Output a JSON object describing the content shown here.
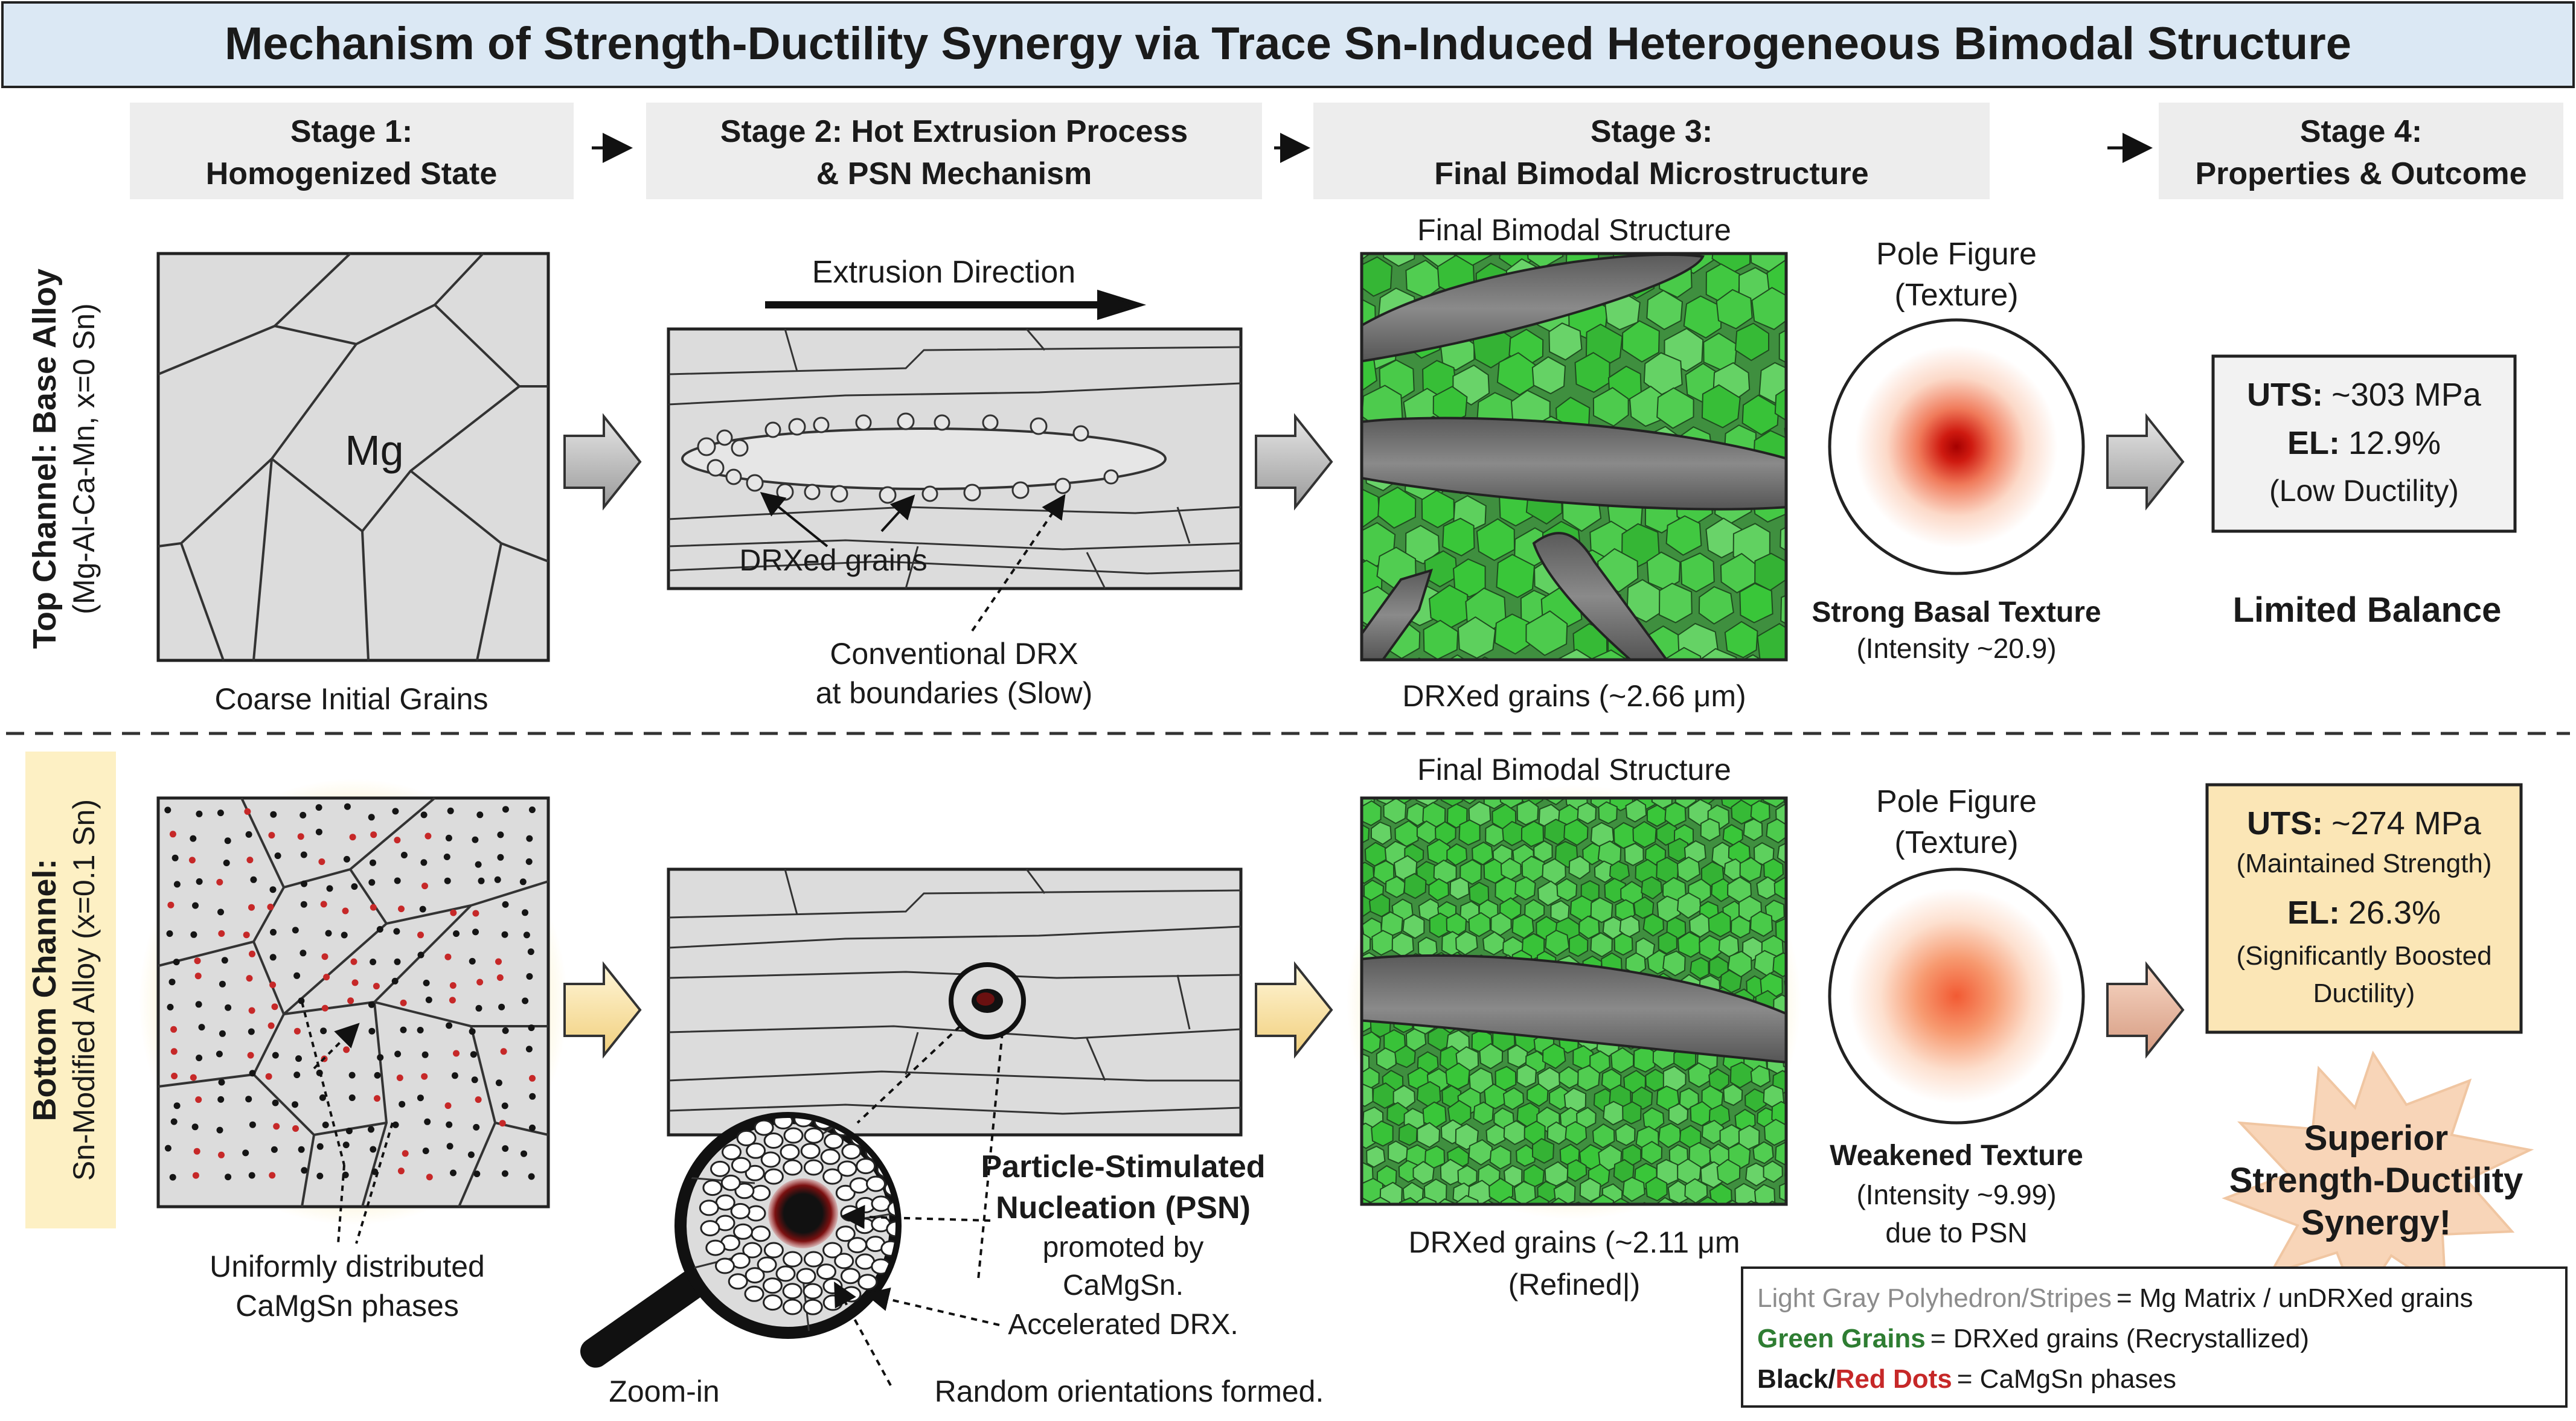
{
  "title": "Mechanism of Strength-Ductility Synergy via Trace Sn-Induced Heterogeneous Bimodal Structure",
  "stages": [
    {
      "line1": "Stage 1:",
      "line2": "Homogenized State"
    },
    {
      "line1": "Stage 2: Hot Extrusion Process",
      "line2": "& PSN Mechanism"
    },
    {
      "line1": "Stage 3:",
      "line2": "Final Bimodal Microstructure"
    },
    {
      "line1": "Stage 4:",
      "line2": "Properties & Outcome"
    }
  ],
  "top": {
    "channel_title": "Top Channel: Base Alloy",
    "channel_sub": "(Mg-Al-Ca-Mn, x=0 Sn)",
    "mg_label": "Mg",
    "stage1_caption": "Coarse Initial Grains",
    "extrusion_label": "Extrusion Direction",
    "drx_label": "DRXed grains",
    "conv_line1": "Conventional DRX",
    "conv_line2": "at boundaries (Slow)",
    "bimodal_title": "Final Bimodal Structure",
    "bimodal_caption": "DRXed grains (~2.66 μm)",
    "pole_line1": "Pole Figure",
    "pole_line2": "(Texture)",
    "texture_title": "Strong Basal Texture",
    "texture_sub": "(Intensity ~20.9)",
    "uts_label": "UTS:",
    "uts_value": "~303 MPa",
    "el_label": "EL:",
    "el_value": "12.9%",
    "ductility_note": "(Low Ductility)",
    "outcome": "Limited Balance"
  },
  "bottom": {
    "channel_title": "Bottom Channel:",
    "channel_sub": "Sn-Modified Alloy (x=0.1 Sn)",
    "dist_line1": "Uniformly distributed",
    "dist_line2": "CaMgSn phases",
    "psn_line1": "Particle-Stimulated",
    "psn_line2": "Nucleation (PSN)",
    "psn_line3": "promoted by",
    "psn_line4": "CaMgSn.",
    "psn_line5": "Accelerated DRX.",
    "random_label": "Random orientations formed.",
    "zoom_label": "Zoom-in",
    "bimodal_title": "Final Bimodal Structure",
    "bimodal_caption1": "DRXed grains (~2.11 μm",
    "bimodal_caption2": "(Refined|)",
    "pole_line1": "Pole Figure",
    "pole_line2": "(Texture)",
    "texture_title": "Weakened Texture",
    "texture_sub1": "(Intensity ~9.99)",
    "texture_sub2": "due to PSN",
    "uts_label": "UTS:",
    "uts_value": "~274 MPa",
    "uts_note": "(Maintained Strength)",
    "el_label": "EL:",
    "el_value": "26.3%",
    "el_note1": "(Significantly Boosted",
    "el_note2": "Ductility)",
    "burst_line1": "Superior",
    "burst_line2": "Strength-Ductility",
    "burst_line3": "Synergy!"
  },
  "legend": [
    {
      "key": "Light Gray Polyhedron/Stripes",
      "value": "= Mg Matrix / unDRXed grains",
      "color": "#8c8c8c"
    },
    {
      "key": "Green Grains",
      "value": "= DRXed grains (Recrystallized)",
      "color": "#2e7d32"
    },
    {
      "key_black": "Black/",
      "key_red": "Red Dots",
      "value": "= CaMgSn phases",
      "color": "#c62828"
    }
  ],
  "colors": {
    "title_bg": "#dbe8f4",
    "stage_bg": "#eeeeee",
    "grain_fill": "#d9d9d9",
    "drx_green": "#5cb85c",
    "bottom_highlight": "#fdf0c4",
    "strength_box": "#fbe6b6",
    "burst": "#f8d5b8"
  }
}
